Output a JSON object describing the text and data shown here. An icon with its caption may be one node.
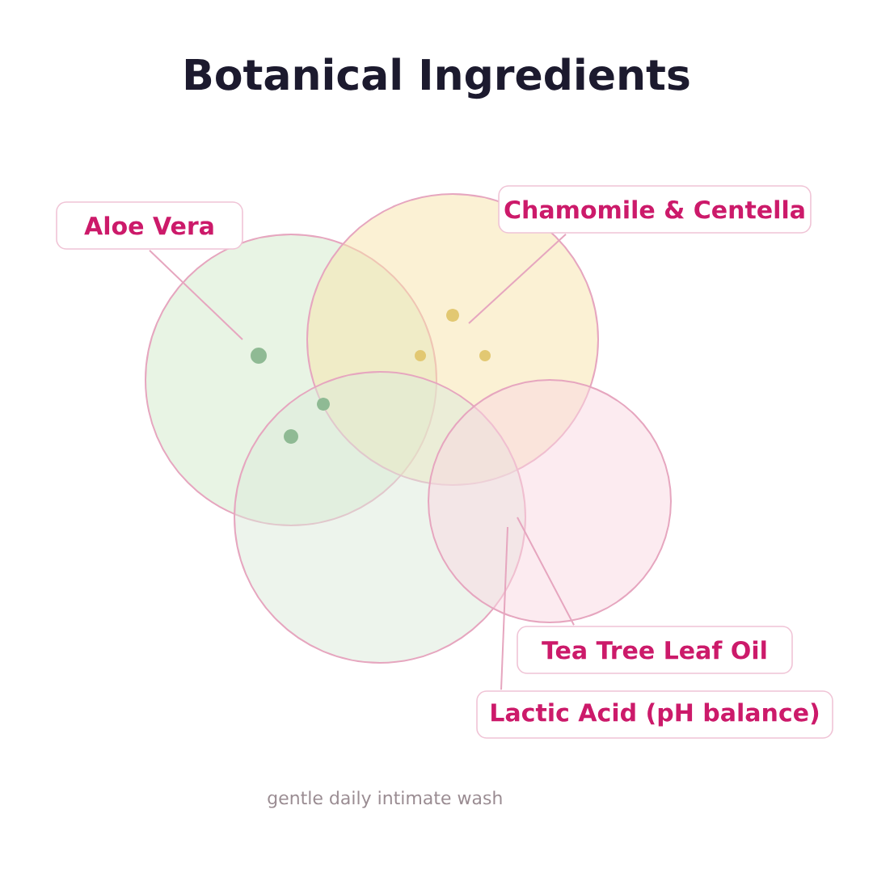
{
  "diagram": {
    "title": "Botanical Ingredients",
    "nodes": [
      {
        "text": [
          "Aloe Vera"
        ]
      },
      {
        "text": [
          "Chamomile & Centella"
        ]
      },
      {
        "text": [],
        "shape": "circle"
      },
      {
        "text": [],
        "shape": "circle"
      },
      {
        "text": [],
        "shape": "circle"
      },
      {
        "text": [],
        "shape": "circle"
      },
      {
        "text": [
          "Tea Tree Leaf Oil"
        ]
      },
      {
        "text": [
          "Lactic Acid (pH balance)"
        ]
      }
    ],
    "edges": [
      {
        "from": 0,
        "to": 2,
        "arrow": "none"
      },
      {
        "from": 1,
        "to": 3,
        "arrow": "none"
      },
      {
        "from": 6,
        "to": 4,
        "arrow": "none"
      },
      {
        "from": 7,
        "to": 5,
        "arrow": "none"
      }
    ],
    "labels": [
      "gentle daily intimate wash"
    ]
  }
}
